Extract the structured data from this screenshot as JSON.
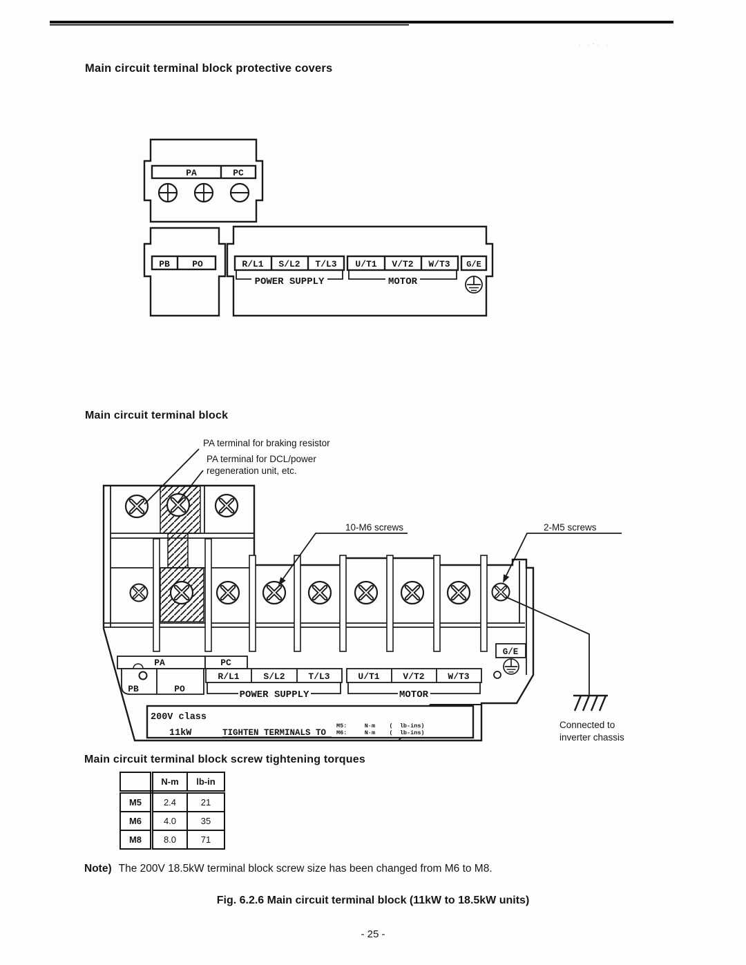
{
  "page": {
    "heading_covers": "Main circuit terminal block protective covers",
    "heading_block": "Main circuit terminal block",
    "heading_torques": "Main circuit terminal block screw tightening torques",
    "note_label": "Note)",
    "note_text": "The 200V 18.5kW terminal block screw size has been changed from M6 to M8.",
    "figure_caption": "Fig. 6.2.6  Main circuit terminal block (11kW to 18.5kW units)",
    "page_number": "- 25 -",
    "artifact_dots": ". .·. ."
  },
  "covers": {
    "pa": "PA",
    "pc": "PC",
    "pb": "PB",
    "po": "PO",
    "power_terminals": [
      "R/L1",
      "S/L2",
      "T/L3"
    ],
    "motor_terminals": [
      "U/T1",
      "V/T2",
      "W/T3"
    ],
    "power_supply": "POWER SUPPLY",
    "motor": "MOTOR",
    "ge": "G/E"
  },
  "block": {
    "callout_braking": "PA terminal for braking resistor",
    "callout_dcl_1": "PA terminal for DCL/power",
    "callout_dcl_2": "regeneration unit, etc.",
    "label_m6_screws": "10-M6 screws",
    "label_m5_screws": "2-M5 screws",
    "pa": "PA",
    "pc": "PC",
    "pb": "PB",
    "po": "PO",
    "power_terminals": [
      "R/L1",
      "S/L2",
      "T/L3"
    ],
    "motor_terminals": [
      "U/T1",
      "V/T2",
      "W/T3"
    ],
    "power_supply": "POWER SUPPLY",
    "motor": "MOTOR",
    "ge": "G/E",
    "class_line": "200V class",
    "kw_line": "11kW",
    "tighten": "TIGHTEN TERMINALS TO",
    "tighten_m5": "M5:     N·m    (  lb-ins)",
    "tighten_m6": "M6:     N·m    (  lb-ins)",
    "connected_1": "Connected to",
    "connected_2": "inverter chassis"
  },
  "torque_table": {
    "headers": [
      "",
      "N-m",
      "lb-in"
    ],
    "rows": [
      [
        "M5",
        "2.4",
        "21"
      ],
      [
        "M6",
        "4.0",
        "35"
      ],
      [
        "M8",
        "8.0",
        "71"
      ]
    ]
  }
}
